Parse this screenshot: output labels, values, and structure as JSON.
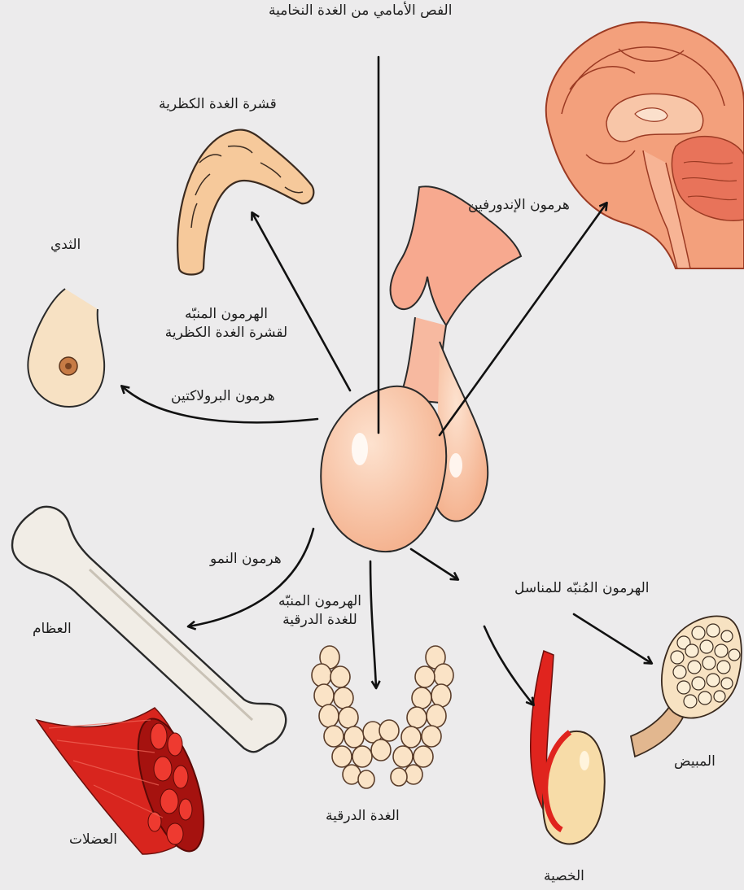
{
  "labels": {
    "anterior_pituitary": "الفص الأمامي من الغدة النخامية",
    "adrenal_cortex": "قشرة الغدة الكظرية",
    "acth_line1": "الهرمون المنبّه",
    "acth_line2": "لقشرة الغدة الكظرية",
    "breast": "الثدي",
    "prolactin": "هرمون البرولاكتين",
    "endorphin": "هرمون الإندورفين",
    "growth_hormone": "هرمون النمو",
    "bones": "العظام",
    "muscles": "العضلات",
    "tsh_line1": "الهرمون المنبّه",
    "tsh_line2": "للغدة الدرقية",
    "thyroid": "الغدة الدرقية",
    "gonadotropin": "الهرمون المُنبّه للمناسل",
    "ovary": "المبيض",
    "testis": "الخصية"
  },
  "colors": {
    "background": "#ecebec",
    "pituitary": "#f7c3a1",
    "hypothalamus": "#f7a98f",
    "brain": "#f3a07c",
    "bone": "#f1ede6",
    "muscle": "#d8251e",
    "thyroid": "#fae3c6",
    "arrow": "#111111"
  }
}
